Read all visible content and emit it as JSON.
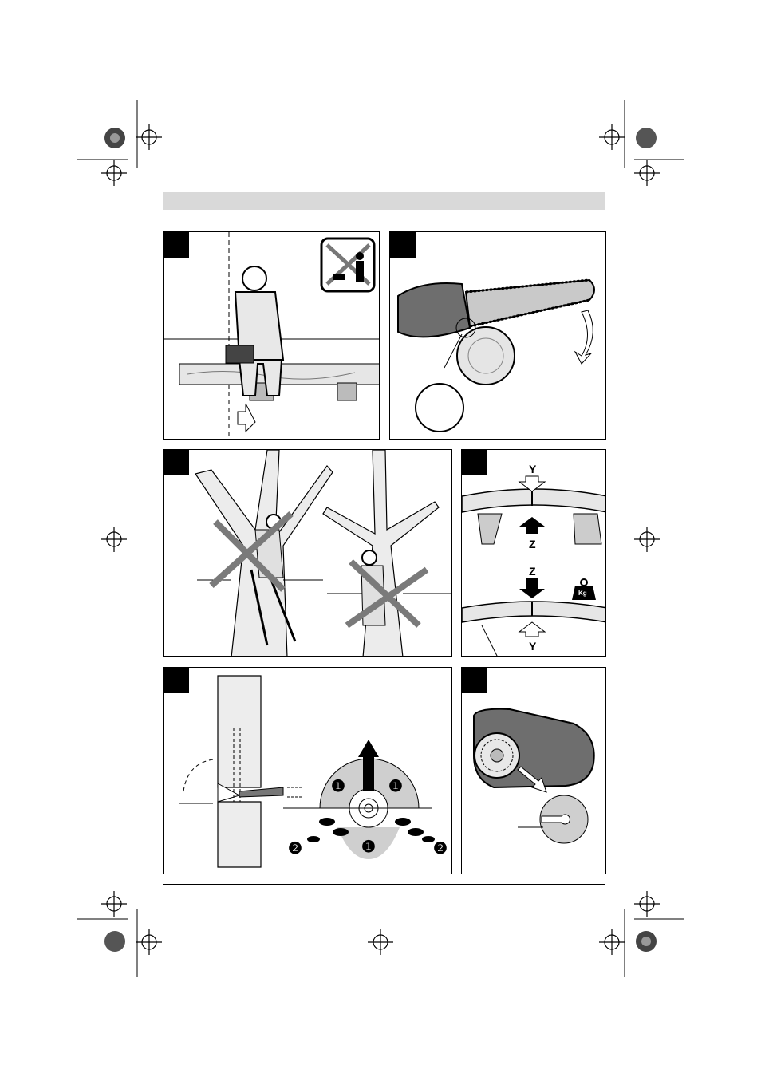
{
  "colors": {
    "header_bar": "#d9d9d9",
    "ink": "#000000",
    "tool_gray": "#6e6e6e",
    "light_gray": "#c9c9c9"
  },
  "panel_c": {
    "label_y_top": "Y",
    "label_z_top": "Z",
    "label_z_bottom": "Z",
    "label_y_bottom": "Y",
    "weight_label": "Kg"
  },
  "panel_d": {
    "zone_1a": "❶",
    "zone_1b": "❶",
    "zone_1c": "❶",
    "zone_2a": "❷",
    "zone_2b": "❷"
  }
}
